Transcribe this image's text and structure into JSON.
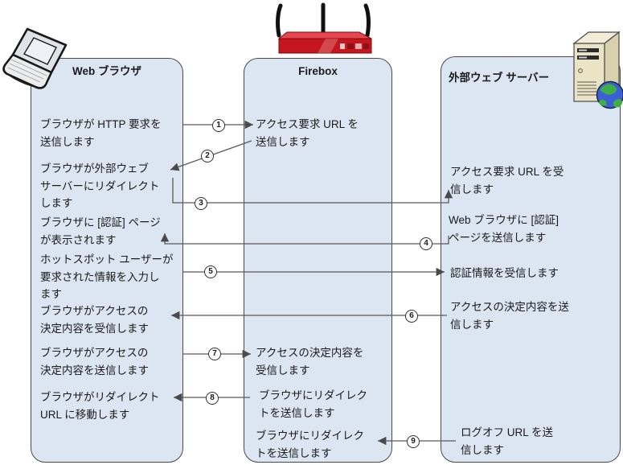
{
  "colors": {
    "box_fill": "#dce6f2",
    "box_border": "#47494e",
    "connector_line": "#595959",
    "firebox_red": "#c4161c",
    "text": "#1a1a1a"
  },
  "columns": [
    {
      "id": "web-browser",
      "title": "Web ブラウザ",
      "icon": "laptop-icon",
      "notes": [
        "ブラウザが HTTP 要求を\n送信します",
        "ブラウザが外部ウェブ\nサーバーにリダイレクト\nします",
        "ブラウザに [認証] ページ\nが表示されます",
        "ホットスポット ユーザーが\n要求された情報を入力し\nます",
        "ブラウザがアクセスの\n決定内容を受信します",
        "ブラウザがアクセスの\n決定内容を送信します",
        "ブラウザがリダイレクト\nURL に移動します"
      ]
    },
    {
      "id": "firebox",
      "title": "Firebox",
      "icon": "wireless-router-icon",
      "notes": [
        "アクセス要求 URL を\n送信します",
        "アクセスの決定内容を\n受信します",
        "ブラウザにリダイレク\nトを送信します",
        "ブラウザにリダイレク\nトを送信します"
      ]
    },
    {
      "id": "external-web-server",
      "title": "外部ウェブ サーバー",
      "icon": "server-globe-icon",
      "notes": [
        "アクセス要求 URL を受\n信します",
        "Web ブラウザに [認証]\nページを送信します",
        "認証情報を受信します",
        "アクセスの決定内容を送\n信します",
        "ログオフ URL を送\n信します"
      ]
    }
  ],
  "steps": [
    "1",
    "2",
    "3",
    "4",
    "5",
    "6",
    "7",
    "8",
    "9"
  ]
}
